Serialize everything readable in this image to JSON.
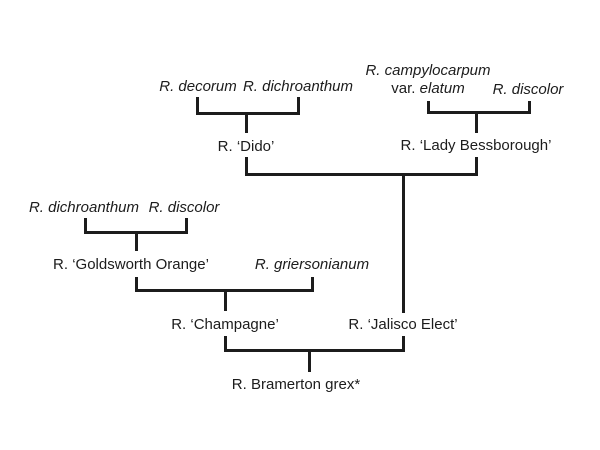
{
  "diagram": {
    "background": "#ffffff",
    "line_color": "#1c1c1c",
    "text_color": "#1c1c1c"
  },
  "nodes": {
    "decorum": "R. decorum",
    "dichroanthum_top": "R. dichroanthum",
    "campylocarpum_line1": "R. campylocarpum",
    "campylocarpum_var": "var.",
    "campylocarpum_elatum": "elatum",
    "discolor_top": "R. discolor",
    "dido": "R. ‘Dido’",
    "lady_bessborough": "R. ‘Lady Bessborough’",
    "dichroanthum_left": "R. dichroanthum",
    "discolor_left": "R. discolor",
    "goldsworth_orange": "R. ‘Goldsworth Orange’",
    "griersonianum": "R. griersonianum",
    "champagne": "R. ‘Champagne’",
    "jalisco_elect": "R. ‘Jalisco Elect’",
    "bramerton_grex": "R. Bramerton grex*"
  },
  "crosses": [
    {
      "parents": [
        "R. decorum",
        "R. dichroanthum"
      ],
      "child": "R. ‘Dido’"
    },
    {
      "parents": [
        "R. campylocarpum var. elatum",
        "R. discolor"
      ],
      "child": "R. ‘Lady Bessborough’"
    },
    {
      "parents": [
        "R. dichroanthum",
        "R. discolor"
      ],
      "child": "R. ‘Goldsworth Orange’"
    },
    {
      "parents": [
        "R. ‘Goldsworth Orange’",
        "R. griersonianum"
      ],
      "child": "R. ‘Champagne’"
    },
    {
      "parents": [
        "R. ‘Dido’",
        "R. ‘Lady Bessborough’"
      ],
      "child": "R. ‘Jalisco Elect’"
    },
    {
      "parents": [
        "R. ‘Champagne’",
        "R. ‘Jalisco Elect’"
      ],
      "child": "R. Bramerton grex*"
    }
  ]
}
